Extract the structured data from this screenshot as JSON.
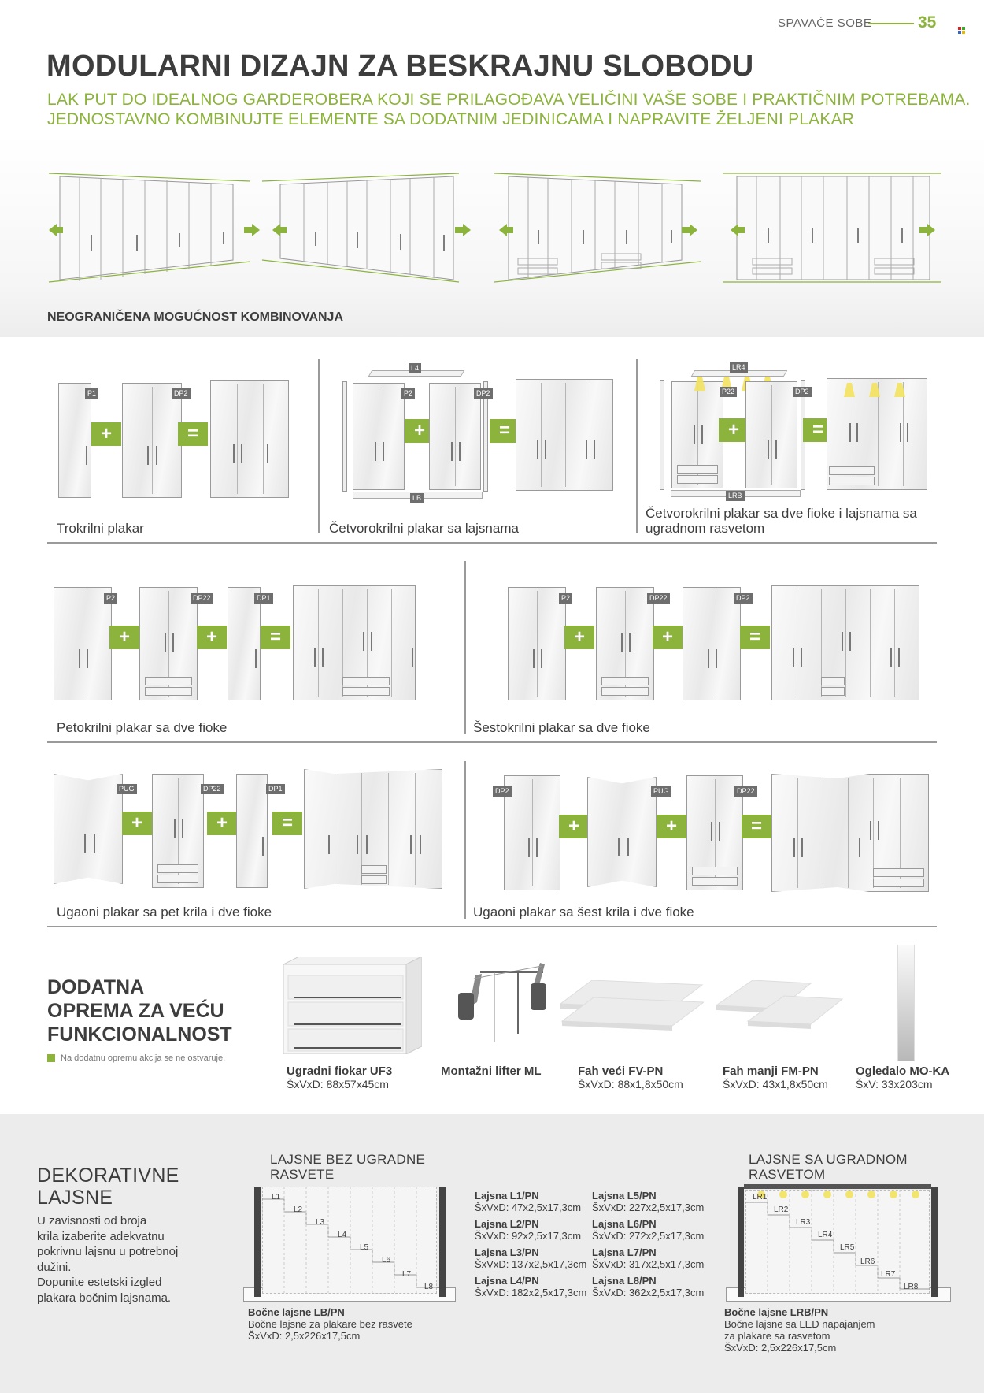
{
  "header": {
    "section": "SPAVAĆE SOBE",
    "page": "35",
    "accent": "#8cb43c"
  },
  "title": "MODULARNI DIZAJN ZA BESKRAJNU SLOBODU",
  "subtitle": [
    "LAK PUT DO IDEALNOG GARDEROBERA KOJI SE PRILAGOĐAVA VELIČINI VAŠE SOBE I PRAKTIČNIM POTREBAMA.",
    "JEDNOSTAVNO KOMBINUJTE ELEMENTE SA DODATNIM JEDINICAMA I NAPRAVITE ŽELJENI PLAKAR"
  ],
  "band_label": "NEOGRANIČENA MOGUĆNOST KOMBINOVANJA",
  "combos": {
    "c1": {
      "caption": "Trokrilni plakar",
      "tags": [
        "P1",
        "DP2"
      ]
    },
    "c2": {
      "caption": "Četvorokrilni plakar sa lajsnama",
      "tags": [
        "L4",
        "P2",
        "DP2",
        "LB"
      ]
    },
    "c3": {
      "caption": [
        "Četvorokrilni plakar sa dve fioke i lajsnama sa",
        "ugradnom rasvetom"
      ],
      "tags": [
        "LR4",
        "P22",
        "DP2",
        "LRB"
      ]
    },
    "c4": {
      "caption": "Petokrilni plakar sa dve fioke",
      "tags": [
        "P2",
        "DP22",
        "DP1"
      ]
    },
    "c5": {
      "caption": "Šestokrilni plakar sa dve fioke",
      "tags": [
        "P2",
        "DP22",
        "DP2"
      ]
    },
    "c6": {
      "caption": "Ugaoni  plakar sa pet krila i dve fioke",
      "tags": [
        "PUG",
        "DP22",
        "DP1"
      ]
    },
    "c7": {
      "caption": "Ugaoni  plakar sa šest krila i dve fioke",
      "tags": [
        "DP2",
        "PUG",
        "DP22"
      ]
    }
  },
  "ops": {
    "plus": "+",
    "eq": "="
  },
  "extra": {
    "heading": [
      "DODATNA",
      "OPREMA ZA VEĆU",
      "FUNKCIONALNOST"
    ],
    "note": "Na dodatnu opremu akcija se ne ostvaruje.",
    "items": [
      {
        "name": "Ugradni fiokar UF3",
        "dim": "ŠxVxD: 88x57x45cm"
      },
      {
        "name": "Montažni lifter ML",
        "dim": ""
      },
      {
        "name": "Fah veći FV-PN",
        "dim": "ŠxVxD: 88x1,8x50cm"
      },
      {
        "name": "Fah manji FM-PN",
        "dim": "ŠxVxD: 43x1,8x50cm"
      },
      {
        "name": "Ogledalo MO-KA",
        "dim": "ŠxV: 33x203cm"
      }
    ]
  },
  "decor": {
    "heading": [
      "DEKORATIVNE",
      "LAJSNE"
    ],
    "text": [
      "U zavisnosti od broja",
      "krila izaberite adekvatnu",
      "pokrivnu lajsnu u potrebnoj",
      "dužini.",
      "Dopunite estetski izgled",
      "plakara bočnim lajsnama."
    ],
    "left_title": [
      "LAJSNE BEZ UGRADNE",
      "RASVETE"
    ],
    "right_title": [
      "LAJSNE SA UGRADNOM",
      "RASVETOM"
    ],
    "left_labels": [
      "L1",
      "L2",
      "L3",
      "L4",
      "L5",
      "L6",
      "L7",
      "L8"
    ],
    "right_labels": [
      "LR1",
      "LR2",
      "LR3",
      "LR4",
      "LR5",
      "LR6",
      "LR7",
      "LR8"
    ],
    "list_a": [
      {
        "name": "Lajsna L1/PN",
        "dim": "ŠxVxD: 47x2,5x17,3cm"
      },
      {
        "name": "Lajsna L2/PN",
        "dim": "ŠxVxD: 92x2,5x17,3cm"
      },
      {
        "name": "Lajsna L3/PN",
        "dim": "ŠxVxD: 137x2,5x17,3cm"
      },
      {
        "name": "Lajsna L4/PN",
        "dim": "ŠxVxD: 182x2,5x17,3cm"
      }
    ],
    "list_b": [
      {
        "name": "Lajsna L5/PN",
        "dim": "ŠxVxD: 227x2,5x17,3cm"
      },
      {
        "name": "Lajsna L6/PN",
        "dim": "ŠxVxD: 272x2,5x17,3cm"
      },
      {
        "name": "Lajsna L7/PN",
        "dim": "ŠxVxD: 317x2,5x17,3cm"
      },
      {
        "name": "Lajsna L8/PN",
        "dim": "ŠxVxD: 362x2,5x17,3cm"
      }
    ],
    "side_left": [
      "Bočne lajsne LB/PN",
      "Bočne lajsne za plakare bez rasvete",
      "ŠxVxD: 2,5x226x17,5cm"
    ],
    "side_right": [
      "Bočne lajsne LRB/PN",
      "Bočne lajsne sa LED napajanjem",
      "za plakare sa rasvetom",
      "ŠxVxD: 2,5x226x17,5cm"
    ]
  }
}
